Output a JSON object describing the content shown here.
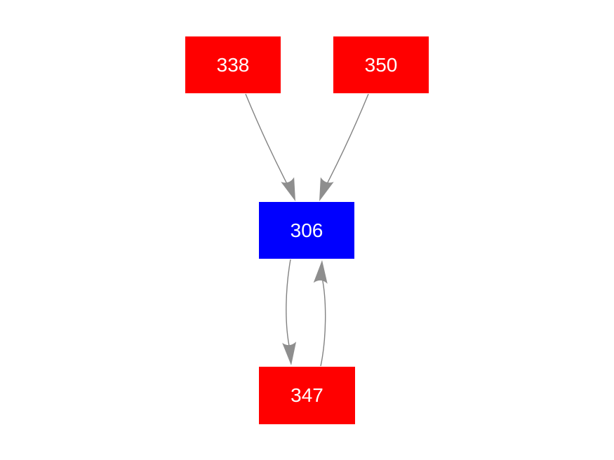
{
  "diagram": {
    "type": "directed-graph",
    "background_color": "#ffffff",
    "edge_color": "#828282",
    "arrow_color": "#8e8e8e",
    "label_color": "#ffffff",
    "node_red": "#ff0000",
    "node_blue": "#0000ff",
    "nodes": [
      {
        "id": "338",
        "label": "338",
        "color": "#ff0000",
        "text_color": "#ffffff"
      },
      {
        "id": "350",
        "label": "350",
        "color": "#ff0000",
        "text_color": "#ffffff"
      },
      {
        "id": "306",
        "label": "306",
        "color": "#0000ff",
        "text_color": "#ffffff"
      },
      {
        "id": "347",
        "label": "347",
        "color": "#ff0000",
        "text_color": "#ffffff"
      }
    ],
    "edges": [
      {
        "from": "338",
        "to": "306"
      },
      {
        "from": "350",
        "to": "306"
      },
      {
        "from": "306",
        "to": "347"
      },
      {
        "from": "347",
        "to": "306"
      }
    ]
  }
}
